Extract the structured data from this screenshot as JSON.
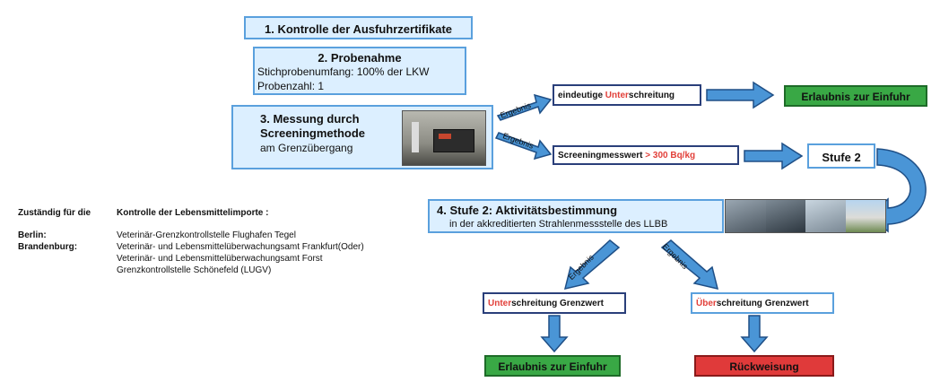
{
  "step1": {
    "label": "1. Kontrolle der Ausfuhrzertifikate"
  },
  "step2": {
    "title": "2. Probenahme",
    "line1": "Stichprobenumfang: 100% der LKW",
    "line2": "Probenzahl: 1"
  },
  "step3": {
    "title_line1": "3. Messung durch",
    "title_line2": "Screeningmethode",
    "subtitle": "am Grenzübergang"
  },
  "arrow_label": "Ergebnis",
  "result_upper": {
    "pre": "eindeutige ",
    "red": "Unter",
    "post": "schreitung"
  },
  "result_lower": {
    "pre": "Screeningmesswert ",
    "red": "> 300 Bq/kg"
  },
  "erlaubnis_top": "Erlaubnis zur Einfuhr",
  "stufe2_box": "Stufe 2",
  "step4": {
    "title": "4. Stufe 2: Aktivitätsbestimmung",
    "subtitle": "in der akkreditierten Strahlenmessstelle des LLBB"
  },
  "outcome_left": {
    "red": "Unter",
    "post": "schreitung Grenzwert"
  },
  "outcome_right": {
    "red": "Über",
    "post": "schreitung Grenzwert"
  },
  "erlaubnis_bottom": "Erlaubnis zur Einfuhr",
  "rueckweisung": "Rückweisung",
  "responsible": {
    "header_a": "Zuständig für die",
    "header_b": "Kontrolle der Lebensmittelimporte :",
    "berlin_label": "Berlin:",
    "berlin_value": "Veterinär-Grenzkontrollstelle  Flughafen Tegel",
    "bb_label": "Brandenburg:",
    "bb_value1": "Veterinär- und Lebensmittelüberwachungsamt  Frankfurt(Oder)",
    "bb_value2": "Veterinär- und Lebensmittelüberwachungsamt Forst",
    "bb_value3": "Grenzkontrollstelle Schönefeld  (LUGV)"
  },
  "colors": {
    "arrow_blue": "#4a95d6",
    "arrow_stroke": "#1f4f86",
    "light_blue": "#dcefff",
    "green": "#39a845",
    "red": "#e03a3a",
    "red_text": "#e2403a"
  }
}
